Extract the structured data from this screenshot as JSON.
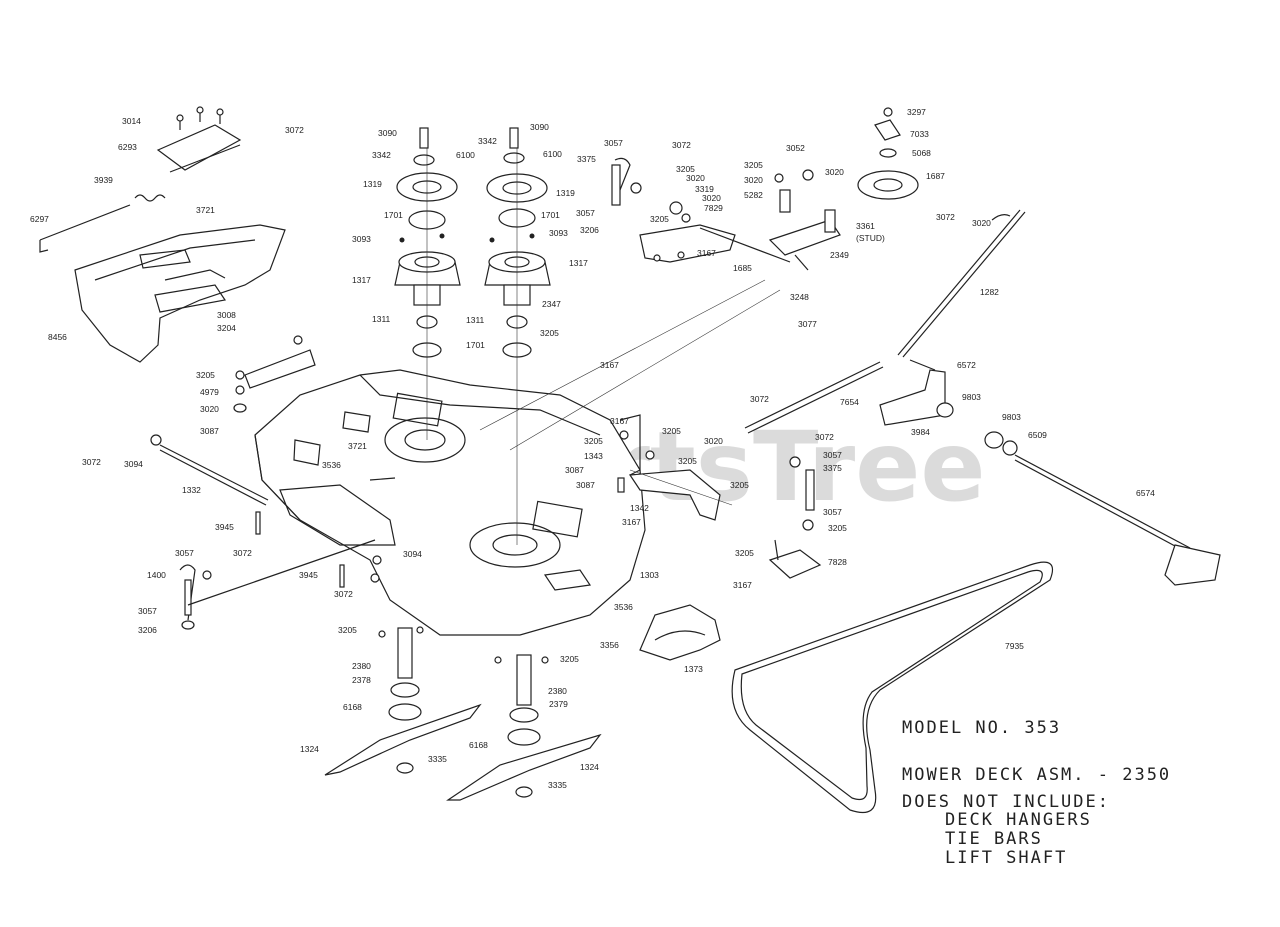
{
  "watermark": "PartsTree",
  "notes": {
    "model": "MODEL NO. 353",
    "assembly": "MOWER DECK ASM. - 2350",
    "excludes": "DOES NOT INCLUDE:",
    "items": [
      "DECK HANGERS",
      "TIE BARS",
      "LIFT SHAFT"
    ]
  },
  "parts": [
    "3014",
    "3072",
    "6293",
    "3939",
    "6297",
    "3721",
    "8456",
    "3008",
    "3204",
    "3090",
    "3342",
    "6100",
    "1319",
    "1701",
    "3093",
    "1317",
    "1311",
    "3090",
    "3342",
    "6100",
    "1319",
    "1701",
    "3093",
    "1317",
    "1311",
    "1701",
    "3057",
    "3072",
    "3375",
    "3205",
    "3020",
    "3319",
    "3020",
    "7829",
    "3057",
    "3205",
    "3206",
    "3167",
    "2347",
    "3205",
    "3167",
    "3052",
    "3205",
    "3020",
    "3020",
    "5282",
    "3361",
    "(STUD)",
    "2349",
    "1685",
    "3248",
    "3077",
    "3297",
    "7033",
    "5068",
    "1687",
    "3072",
    "3020",
    "1282",
    "3205",
    "4979",
    "3020",
    "3087",
    "3721",
    "3536",
    "3072",
    "3094",
    "1332",
    "3945",
    "3057",
    "3072",
    "1400",
    "3057",
    "3206",
    "3945",
    "3072",
    "3094",
    "3167",
    "3205",
    "3205",
    "1343",
    "3205",
    "3087",
    "3087",
    "3205",
    "1342",
    "3167",
    "3072",
    "3020",
    "7654",
    "6572",
    "9803",
    "9803",
    "3984",
    "6509",
    "6574",
    "3072",
    "3057",
    "3375",
    "3057",
    "3205",
    "3205",
    "7828",
    "3167",
    "1303",
    "3536",
    "3356",
    "1373",
    "7935",
    "3205",
    "2380",
    "2378",
    "6168",
    "1324",
    "3335",
    "3205",
    "2380",
    "2379",
    "6168",
    "1324",
    "3335"
  ]
}
